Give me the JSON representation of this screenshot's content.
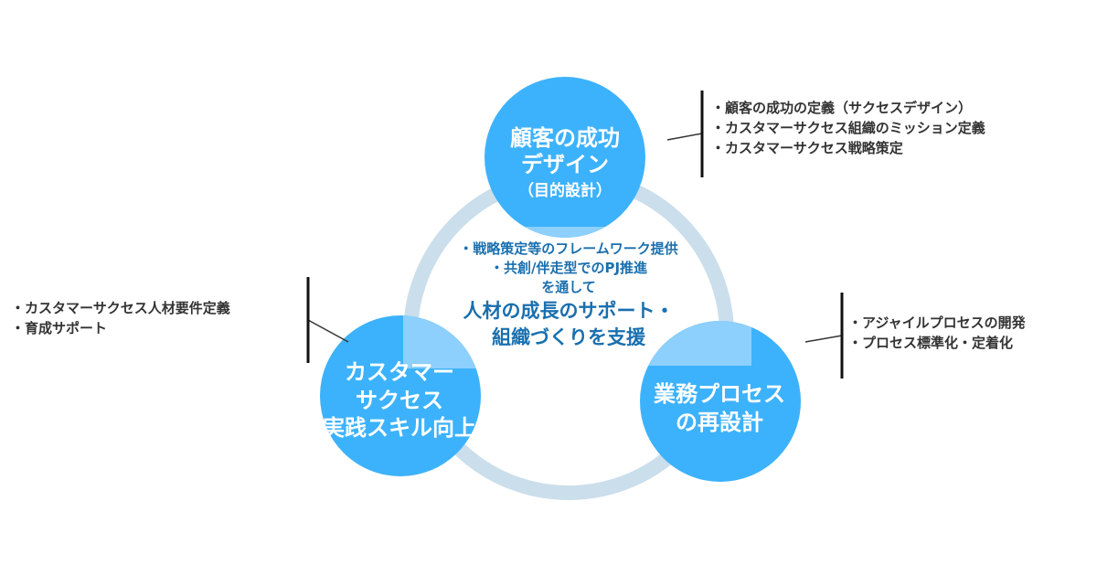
{
  "colors": {
    "circle_fill": "#3db2fc",
    "overlap_fill": "#8dcffd",
    "ring": "#cbdeeb",
    "center_text": "#1a6fae",
    "callout_text": "#333333",
    "bracket": "#111111",
    "connector": "#333333"
  },
  "nodes": {
    "top": {
      "lines": [
        "顧客の成功",
        "デザイン"
      ],
      "sub": "（目的設計）"
    },
    "left": {
      "lines": [
        "カスタマー",
        "サクセス",
        "実践スキル向上"
      ]
    },
    "right": {
      "lines": [
        "業務プロセス",
        "の再設計"
      ]
    }
  },
  "center": {
    "bullets": [
      "・戦略策定等のフレームワーク提供",
      "・共創/伴走型でのPJ推進"
    ],
    "via": "を通して",
    "headline": [
      "人材の成長のサポート・",
      "組織づくりを支援"
    ]
  },
  "callouts": {
    "top": [
      "・顧客の成功の定義（サクセスデザイン）",
      "・カスタマーサクセス組織のミッション定義",
      "・カスタマーサクセス戦略策定"
    ],
    "left": [
      "・カスタマーサクセス人材要件定義",
      "・育成サポート"
    ],
    "right": [
      "・アジャイルプロセスの開発",
      "・プロセス標準化・定着化"
    ]
  }
}
